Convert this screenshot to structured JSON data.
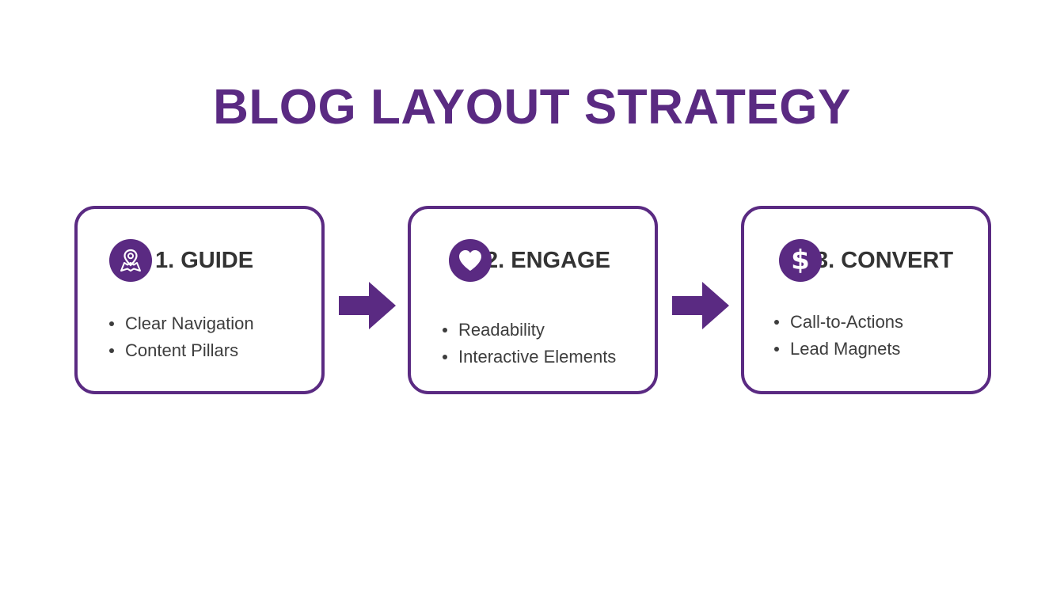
{
  "title": "BLOG LAYOUT STRATEGY",
  "colors": {
    "accent": "#5a2a82",
    "text": "#333333",
    "background": "#ffffff"
  },
  "steps": [
    {
      "heading": "1. GUIDE",
      "icon": "map-pin-icon",
      "bullets": [
        "Clear Navigation",
        "Content Pillars"
      ]
    },
    {
      "heading": "2. ENGAGE",
      "icon": "heart-icon",
      "bullets": [
        "Readability",
        "Interactive Elements"
      ]
    },
    {
      "heading": "3. CONVERT",
      "icon": "dollar-icon",
      "icon_glyph": "$",
      "bullets": [
        "Call-to-Actions",
        "Lead Magnets"
      ]
    }
  ]
}
